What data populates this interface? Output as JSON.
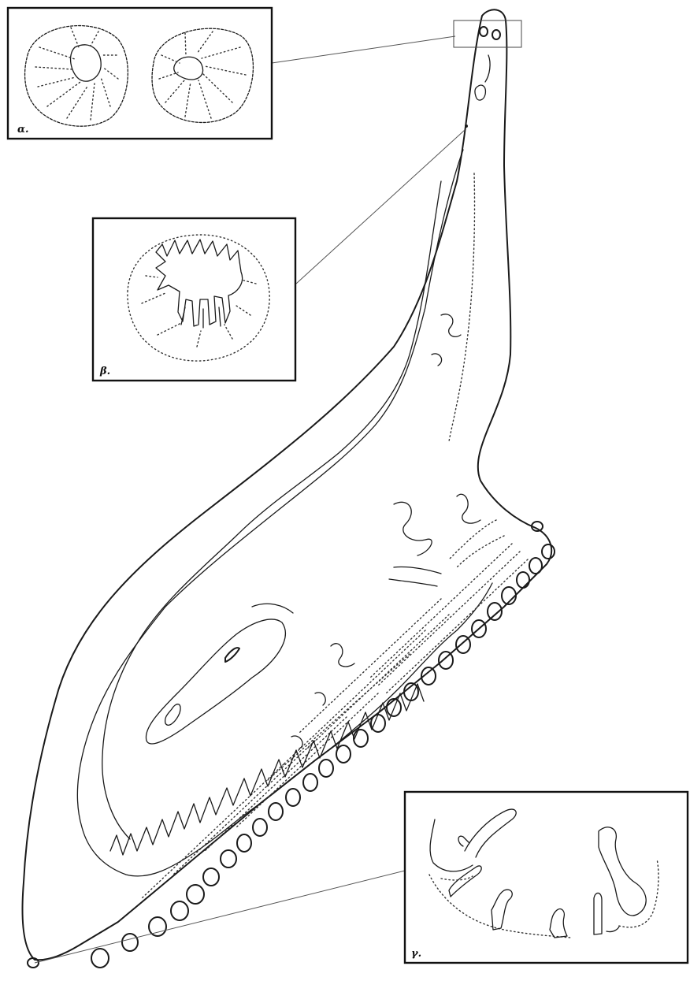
{
  "figure": {
    "insets": [
      {
        "id": "alpha",
        "label": "α."
      },
      {
        "id": "beta",
        "label": "β."
      },
      {
        "id": "gamma",
        "label": "γ."
      }
    ]
  },
  "colors": {
    "ink": "#1a1a1a",
    "paper": "#ffffff",
    "frame": "#111111"
  }
}
